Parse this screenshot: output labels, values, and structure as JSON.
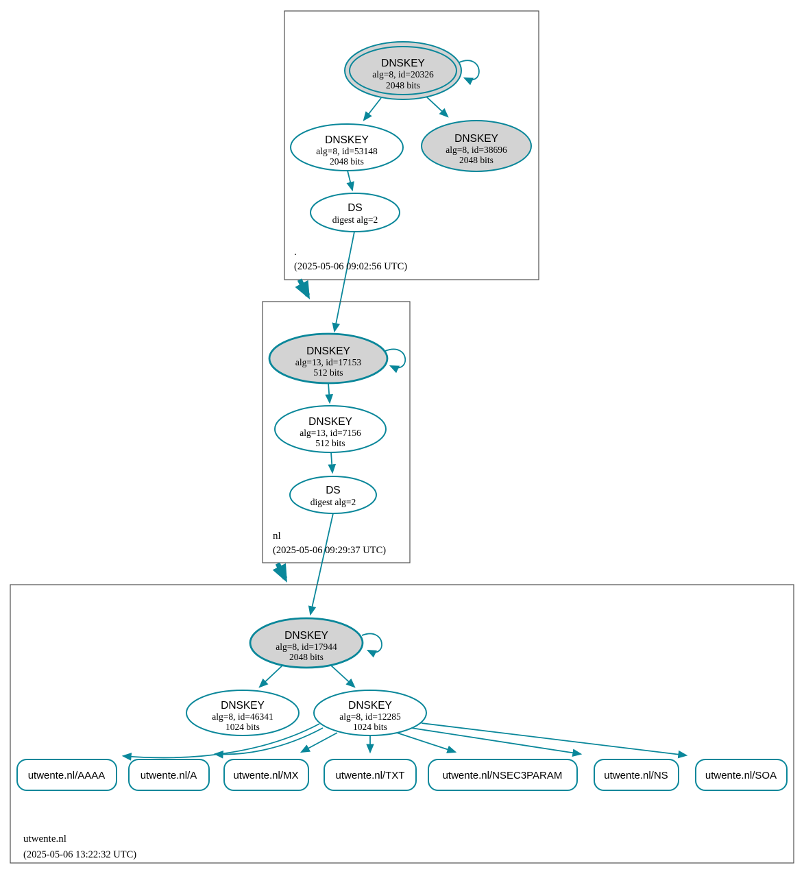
{
  "colors": {
    "edge": "#0a879a",
    "ksk_fill": "#d3d3d3",
    "node_fill": "#ffffff",
    "zone_box_stroke": "#4f4f4f",
    "text": "#000000"
  },
  "zones": {
    "root": {
      "label": ".",
      "timestamp": "(2025-05-06 09:02:56 UTC)",
      "ksk": {
        "title": "DNSKEY",
        "detail1": "alg=8, id=20326",
        "detail2": "2048 bits"
      },
      "zsk": {
        "title": "DNSKEY",
        "detail1": "alg=8, id=53148",
        "detail2": "2048 bits"
      },
      "standby": {
        "title": "DNSKEY",
        "detail1": "alg=8, id=38696",
        "detail2": "2048 bits"
      },
      "ds": {
        "title": "DS",
        "detail1": "digest alg=2"
      }
    },
    "nl": {
      "label": "nl",
      "timestamp": "(2025-05-06 09:29:37 UTC)",
      "ksk": {
        "title": "DNSKEY",
        "detail1": "alg=13, id=17153",
        "detail2": "512 bits"
      },
      "zsk": {
        "title": "DNSKEY",
        "detail1": "alg=13, id=7156",
        "detail2": "512 bits"
      },
      "ds": {
        "title": "DS",
        "detail1": "digest alg=2"
      }
    },
    "utwente": {
      "label": "utwente.nl",
      "timestamp": "(2025-05-06 13:22:32 UTC)",
      "ksk": {
        "title": "DNSKEY",
        "detail1": "alg=8, id=17944",
        "detail2": "2048 bits"
      },
      "zsk1": {
        "title": "DNSKEY",
        "detail1": "alg=8, id=46341",
        "detail2": "1024 bits"
      },
      "zsk2": {
        "title": "DNSKEY",
        "detail1": "alg=8, id=12285",
        "detail2": "1024 bits"
      },
      "rrsets": {
        "aaaa": "utwente.nl/AAAA",
        "a": "utwente.nl/A",
        "mx": "utwente.nl/MX",
        "txt": "utwente.nl/TXT",
        "nsec3param": "utwente.nl/NSEC3PARAM",
        "ns": "utwente.nl/NS",
        "soa": "utwente.nl/SOA"
      }
    }
  }
}
